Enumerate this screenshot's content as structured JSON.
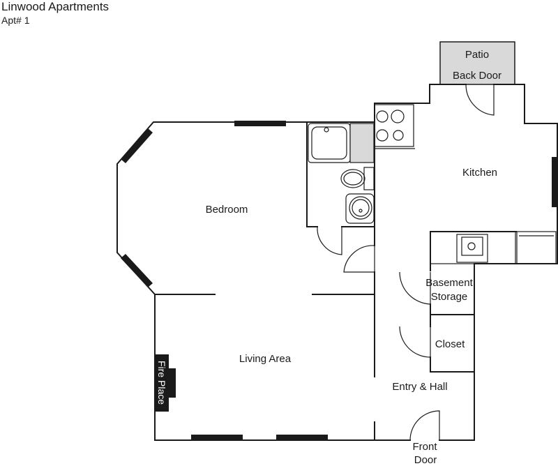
{
  "header": {
    "title": "Linwood Apartments",
    "subtitle": "Apt# 1"
  },
  "rooms": {
    "patio": "Patio",
    "back_door": "Back Door",
    "kitchen": "Kitchen",
    "bedroom": "Bedroom",
    "basement_storage_line1": "Basement",
    "basement_storage_line2": "Storage",
    "closet": "Closet",
    "living_area": "Living Area",
    "entry_hall": "Entry & Hall",
    "front_door_line1": "Front",
    "front_door_line2": "Door",
    "fire_place": "Fire Place"
  },
  "colors": {
    "wall": "#1a1a1a",
    "patio_fill": "#d9d9d9",
    "background": "#ffffff"
  }
}
